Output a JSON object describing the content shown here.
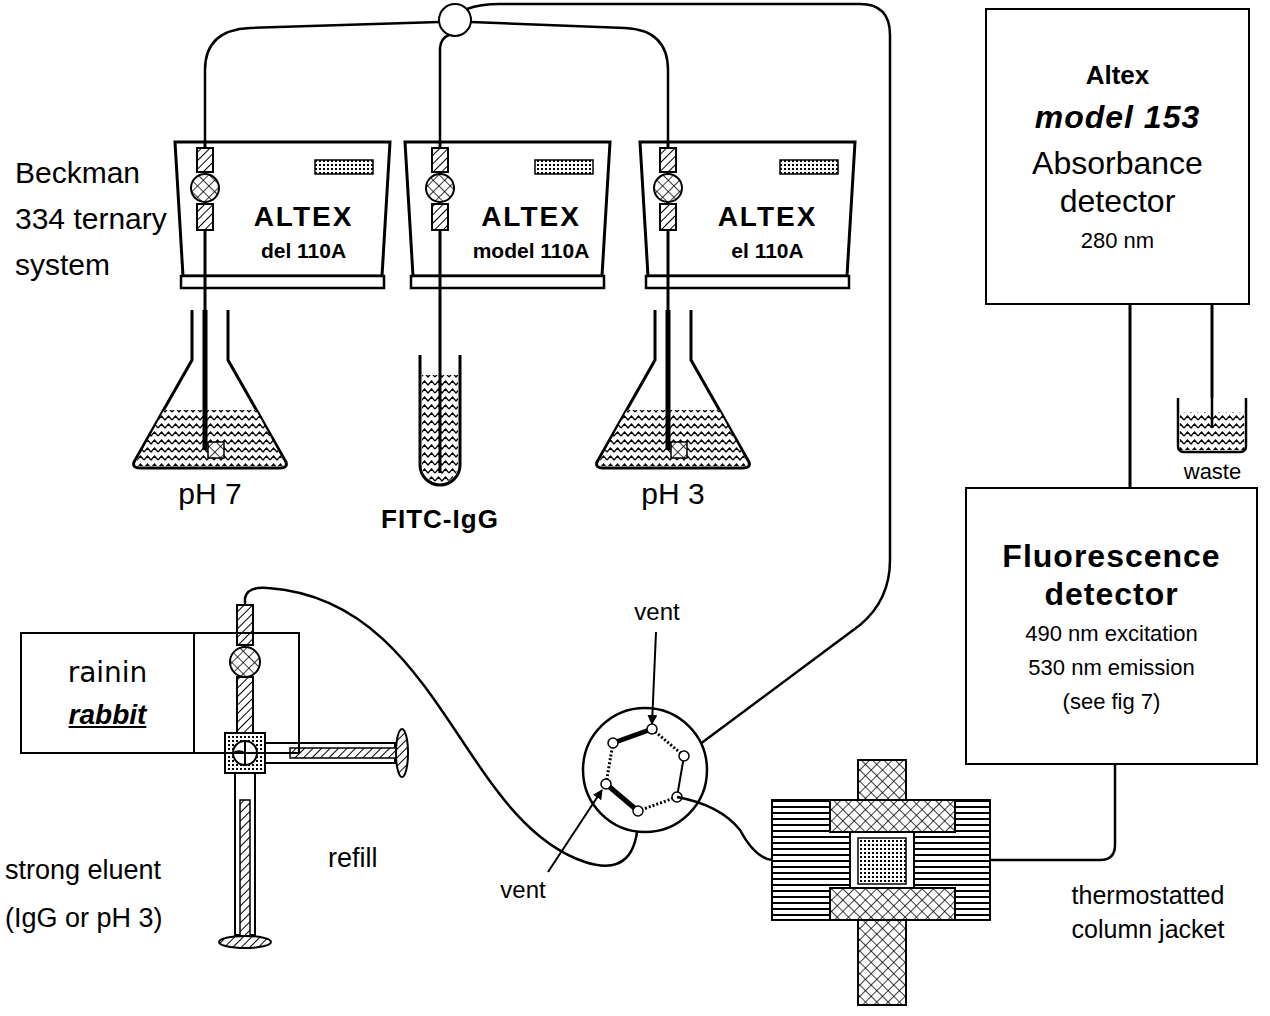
{
  "diagram": {
    "nodes": [
      {
        "text": [
          "ALTEX",
          "del 110A"
        ]
      },
      {
        "text": [
          "ALTEX",
          "model 110A"
        ]
      },
      {
        "text": [
          "ALTEX",
          "el 110A"
        ]
      },
      {
        "text": [
          "Altex",
          "model 153",
          "Absorbance detector",
          "280 nm"
        ]
      },
      {
        "text": [
          "pH 7"
        ]
      },
      {
        "text": [
          "FITC-IgG"
        ]
      },
      {
        "text": [
          "pH 3"
        ]
      },
      {
        "text": [
          "waste"
        ]
      },
      {
        "text": [
          "Fluorescence detector",
          "490 nm excitation",
          "530 nm emission",
          "(see fig 7)"
        ]
      },
      {
        "text": [
          "rainin",
          "rabbit"
        ]
      }
    ],
    "edges": [
      {
        "from": 4,
        "to": 0,
        "arrow": "none"
      },
      {
        "from": 5,
        "to": 1,
        "arrow": "none"
      },
      {
        "from": 6,
        "to": 2,
        "arrow": "none"
      },
      {
        "from": 8,
        "to": 3,
        "arrow": "none"
      },
      {
        "from": 3,
        "to": 7,
        "arrow": "none"
      }
    ],
    "labels": [
      "Beckman 334 ternary system",
      "vent",
      "vent",
      "strong eluent (IgG or pH 3)",
      "refill",
      "thermostatted column jacket"
    ]
  }
}
